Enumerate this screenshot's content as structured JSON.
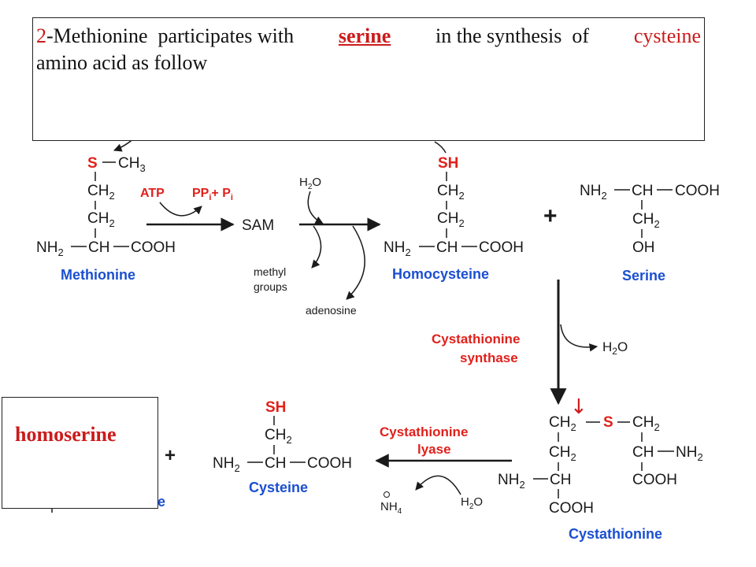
{
  "caption": {
    "prefix_number": "2",
    "part1": "-Methionine  participates with",
    "serine": "serine",
    "part2": "in the synthesis  of",
    "cysteine": "cysteine",
    "line2": "amino acid as follow"
  },
  "homoserine_label": "homoserine",
  "methionine": {
    "s_atom": "S",
    "ch3": "CH",
    "ch3_sub": "3",
    "ch2_a": "CH",
    "ch2_a_sub": "2",
    "ch2_b": "CH",
    "ch2_b_sub": "2",
    "nh2": "NH",
    "nh2_sub": "2",
    "ch": "CH",
    "cooh": "COOH",
    "name": "Methionine"
  },
  "step1": {
    "atp": "ATP",
    "ppi": "PP",
    "ppi_sub": "i",
    "plus": "+ P",
    "pi_sub": "i",
    "sam": "SAM"
  },
  "step2": {
    "h2o": "H",
    "h2o_sub": "2",
    "h2o_o": "O",
    "methyl_line1": "methyl",
    "methyl_line2": "groups",
    "adenosine": "adenosine"
  },
  "homocysteine": {
    "sh": "SH",
    "ch2_a": "CH",
    "ch2_a_sub": "2",
    "ch2_b": "CH",
    "ch2_b_sub": "2",
    "nh2": "NH",
    "nh2_sub": "2",
    "ch": "CH",
    "cooh": "COOH",
    "name": "Homocysteine"
  },
  "plus_sign": "+",
  "serine_struct": {
    "nh2": "NH",
    "nh2_sub": "2",
    "ch": "CH",
    "cooh": "COOH",
    "ch2": "CH",
    "ch2_sub": "2",
    "oh": "OH",
    "name": "Serine"
  },
  "synthase": {
    "line1": "Cystathionine",
    "line2": "synthase",
    "h2o": "H",
    "h2o_sub": "2",
    "h2o_o": "O"
  },
  "cystathionine": {
    "ch2_left": "CH",
    "ch2_left_sub": "2",
    "s_atom": "S",
    "ch2_right": "CH",
    "ch2_right_sub": "2",
    "ch2_mid": "CH",
    "ch2_mid_sub": "2",
    "ch_nh2": "CH",
    "nh2_right": "NH",
    "nh2_right_sub": "2",
    "nh2_left": "NH",
    "nh2_left_sub": "2",
    "ch_left": "CH",
    "cooh_right": "COOH",
    "cooh_left": "COOH",
    "name": "Cystathionine"
  },
  "lyase": {
    "line1": "Cystathionine",
    "line2": "lyase",
    "nh4": "NH",
    "nh4_sub": "4",
    "h2o": "H",
    "h2o_sub": "2",
    "h2o_o": "O"
  },
  "cysteine_struct": {
    "sh": "SH",
    "ch2": "CH",
    "ch2_sub": "2",
    "nh2": "NH",
    "nh2_sub": "2",
    "ch": "CH",
    "cooh": "COOH",
    "name": "Cysteine"
  },
  "left_plus": "+",
  "partial_name": "e",
  "red_down_arrow": "↓",
  "colors": {
    "red": "#e0201b",
    "blue": "#1b4fd0",
    "black": "#1a1a1a"
  }
}
